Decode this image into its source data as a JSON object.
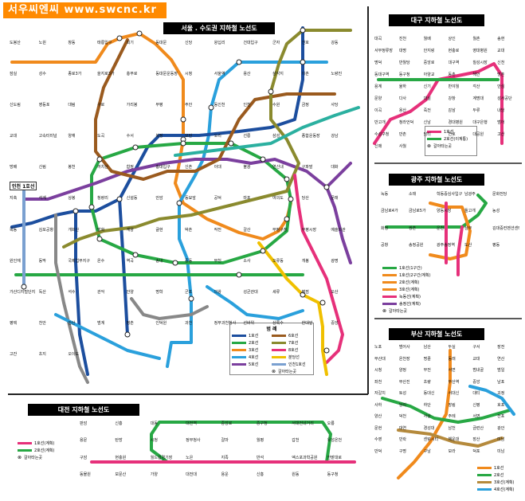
{
  "brand": "서우씨엔씨 www.swcnc.kr",
  "seoul": {
    "title": "서울 . 수도권 지하철 노선도",
    "incheon_label": "인천 1호선",
    "legend": {
      "title": "범 례",
      "lines": [
        {
          "label": "1호선",
          "color": "#1c4e9e"
        },
        {
          "label": "2호선",
          "color": "#27a844"
        },
        {
          "label": "3호선",
          "color": "#f08a1c"
        },
        {
          "label": "4호선",
          "color": "#2aa0dc"
        },
        {
          "label": "5호선",
          "color": "#7b3f9e"
        },
        {
          "label": "6호선",
          "color": "#9a5a1e"
        },
        {
          "label": "7호선",
          "color": "#8a8a2e"
        },
        {
          "label": "8호선",
          "color": "#e6307a"
        },
        {
          "label": "분당선",
          "color": "#f0c000"
        },
        {
          "label": "인천1호선",
          "color": "#7aa0d0"
        }
      ],
      "transfer": "갈아타는곳"
    },
    "stations": [
      "도봉산",
      "노원",
      "창동",
      "태릉입구",
      "회기",
      "동대문",
      "신당",
      "왕십리",
      "건대입구",
      "군자",
      "천호",
      "강동",
      "잠실",
      "성수",
      "종로3가",
      "을지로3가",
      "충무로",
      "동대문운동장",
      "시청",
      "서울역",
      "용산",
      "삼각지",
      "이촌",
      "노량진",
      "신도림",
      "영등포",
      "대림",
      "구로",
      "가리봉",
      "부평",
      "주안",
      "동인천",
      "인천",
      "수원",
      "금정",
      "사당",
      "교대",
      "고속터미널",
      "양재",
      "도곡",
      "수서",
      "복정",
      "모란",
      "오리",
      "선릉",
      "삼성",
      "종합운동장",
      "강남",
      "방배",
      "신림",
      "봉천",
      "까치산",
      "합정",
      "홍대입구",
      "신촌",
      "이대",
      "불광",
      "연신내",
      "구파발",
      "대화",
      "지축",
      "석계",
      "상봉",
      "청량리",
      "신설동",
      "안암",
      "동묘앞",
      "공덕",
      "마포",
      "여의도",
      "당산",
      "문래",
      "목동",
      "김포공항",
      "개화산",
      "방화",
      "계양",
      "귤현",
      "박촌",
      "작전",
      "갈산",
      "부평구청",
      "부평시장",
      "예술회관",
      "원인재",
      "동막",
      "국제업무지구",
      "온수",
      "역곡",
      "송내",
      "중동",
      "부천",
      "소사",
      "오류동",
      "개봉",
      "광명",
      "가산디지털단지",
      "독산",
      "석수",
      "관악",
      "안양",
      "명학",
      "군포",
      "의왕",
      "성균관대",
      "세류",
      "병점",
      "오산",
      "평택",
      "천안",
      "안산",
      "범계",
      "평촌",
      "인덕원",
      "과천",
      "정부과천청사",
      "선바위",
      "상록수",
      "한대앞",
      "중앙",
      "고잔",
      "초지",
      "오이도"
    ]
  },
  "daegu": {
    "title": "대구 지하철 노선도",
    "stations": [
      "대곡",
      "진천",
      "월배",
      "상인",
      "월촌",
      "송현",
      "서부정류장",
      "대명",
      "안지랑",
      "현충로",
      "영대병원",
      "교대",
      "명덕",
      "반월당",
      "중앙로",
      "대구역",
      "칠성시장",
      "신천",
      "동대구역",
      "동구청",
      "아양교",
      "동촌",
      "해안",
      "방촌",
      "용계",
      "율하",
      "신기",
      "반야월",
      "각산",
      "안심",
      "문양",
      "다사",
      "대실",
      "강창",
      "계명대",
      "성서공단",
      "이곡",
      "용산",
      "죽전",
      "감삼",
      "두류",
      "내당",
      "반고개",
      "청라언덕",
      "신남",
      "경대병원",
      "대구은행",
      "범어",
      "수성구청",
      "만촌",
      "담티",
      "연호",
      "대공원",
      "고산",
      "신매",
      "사월"
    ],
    "legend": [
      {
        "label": "1호선",
        "color": "#e6307a"
      },
      {
        "label": "2호선(이계통)",
        "color": "#27a844"
      }
    ],
    "transfer": "갈아타는곳"
  },
  "gwangju": {
    "title": "광주 지하철 노선도",
    "stations": [
      "녹동",
      "소태",
      "학동증심사입구",
      "남광주",
      "문화전당",
      "금남로4가",
      "금남로5가",
      "양동시장",
      "돌고개",
      "농성",
      "화정",
      "쌍촌",
      "운천",
      "상무",
      "김대중컨벤션센터",
      "공항",
      "송정공원",
      "광주송정역",
      "도산",
      "평동"
    ],
    "legend": [
      {
        "label": "1호선(1구간)",
        "color": "#27a844"
      },
      {
        "label": "1호선(2구간/계획)",
        "color": "#f08a1c"
      },
      {
        "label": "2호선(계획)",
        "color": "#f08a1c"
      },
      {
        "label": "3호선(계획)",
        "color": "#f08a1c"
      },
      {
        "label": "녹동선(계획)",
        "color": "#e6307a"
      },
      {
        "label": "송정선(계획)",
        "color": "#7b3f9e"
      }
    ],
    "transfer": "갈아타는곳"
  },
  "busan": {
    "title": "부산 지하철 노선도",
    "stations": [
      "노포",
      "범어사",
      "남산",
      "두실",
      "구서",
      "장전",
      "부산대",
      "온천장",
      "명륜",
      "동래",
      "교대",
      "연산",
      "시청",
      "양정",
      "부전",
      "서면",
      "범내골",
      "범일",
      "좌천",
      "부산진",
      "초량",
      "부산역",
      "중앙",
      "남포",
      "자갈치",
      "토성",
      "동대신",
      "서대신",
      "대티",
      "괴정",
      "사하",
      "당리",
      "하단",
      "장림",
      "신평",
      "호포",
      "양산",
      "덕천",
      "사상",
      "주례",
      "서면",
      "전포",
      "문현",
      "대연",
      "경성대",
      "남천",
      "금련산",
      "광안",
      "수영",
      "민락",
      "센텀시티",
      "해운대",
      "장산",
      "미남",
      "만덕",
      "구명",
      "구남",
      "모라",
      "덕포",
      "미남"
    ],
    "legend": [
      {
        "label": "1호선",
        "color": "#f08a1c"
      },
      {
        "label": "2호선",
        "color": "#27a844"
      },
      {
        "label": "3호선(계획)",
        "color": "#b58a3c"
      },
      {
        "label": "4호선(계획)",
        "color": "#2aa0dc"
      }
    ]
  },
  "daejeon": {
    "title": "대전 지하철 노선도",
    "stations": [
      "판암",
      "신흥",
      "대동",
      "대전역",
      "중앙로",
      "중구청",
      "서대전네거리",
      "오룡",
      "용문",
      "탄방",
      "시청",
      "정부청사",
      "갈마",
      "월평",
      "갑천",
      "유성온천",
      "구암",
      "현충원",
      "월드컵경기장",
      "노은",
      "지족",
      "반석",
      "엑스포과학공원",
      "한밭대로",
      "동물원",
      "보문산",
      "가양",
      "대전대",
      "용운",
      "신흥",
      "원동",
      "동구청"
    ],
    "legend": [
      {
        "label": "1호선(계획)",
        "color": "#e6307a"
      },
      {
        "label": "2호선(계획)",
        "color": "#27a844"
      }
    ],
    "transfer": "갈아타는곳"
  }
}
